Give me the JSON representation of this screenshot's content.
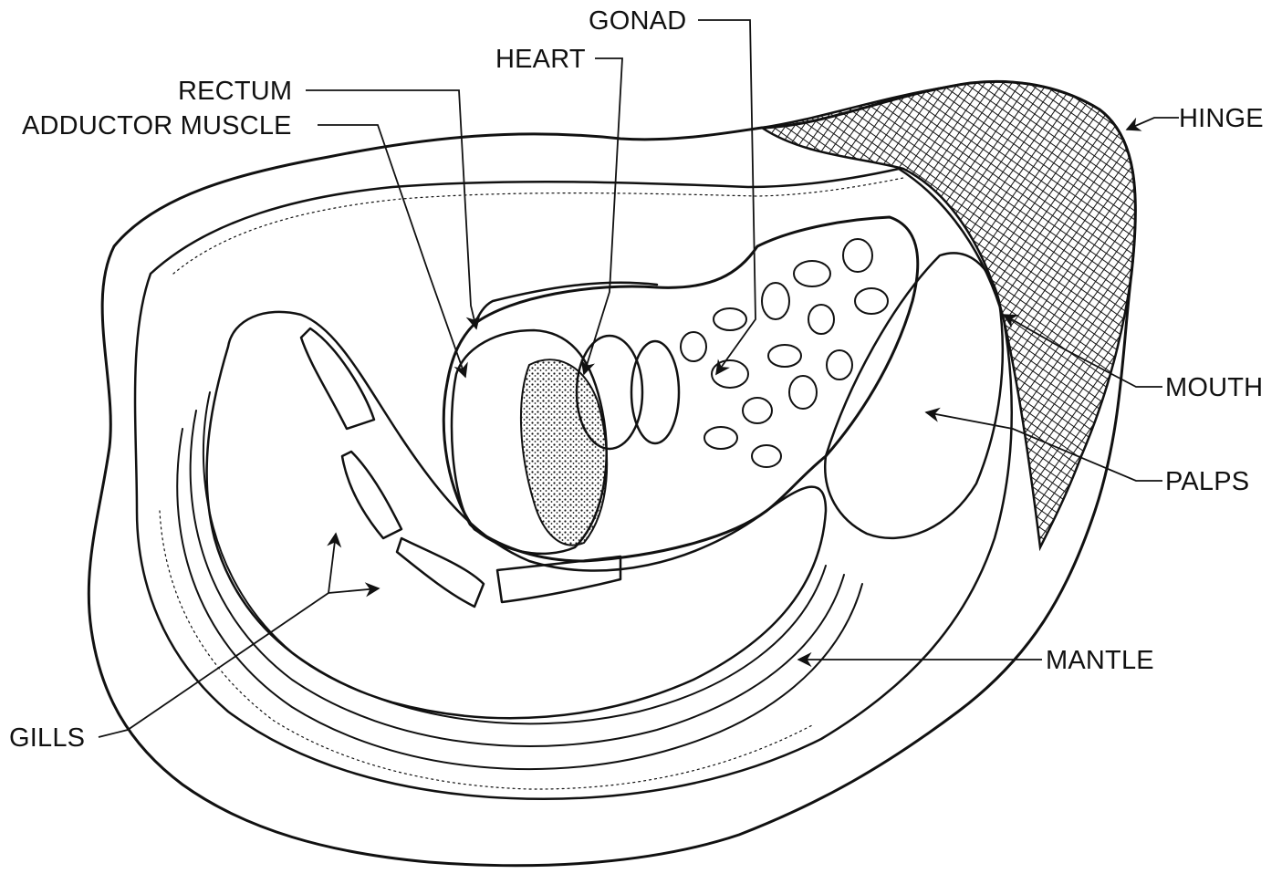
{
  "labels": {
    "gonad": "GONAD",
    "heart": "HEART",
    "rectum": "RECTUM",
    "adductor_muscle": "ADDUCTOR MUSCLE",
    "hinge": "HINGE",
    "mouth": "MOUTH",
    "palps": "PALPS",
    "mantle": "MANTLE",
    "gills": "GILLS"
  },
  "colors": {
    "ink": "#111111",
    "paper": "#ffffff"
  }
}
